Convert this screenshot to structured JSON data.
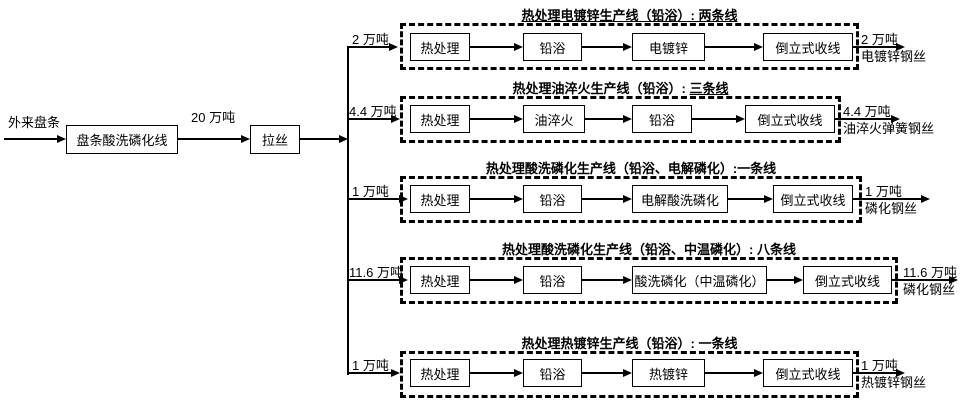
{
  "diagram": {
    "source_label": "外来盘条",
    "pickling_box": "盘条酸洗磷化线",
    "drawing_box": "拉丝",
    "main_flow_label": "20 万吨",
    "colors": {
      "line": "#000000",
      "background": "#ffffff"
    },
    "lines": [
      {
        "title_pre": "",
        "title_underlined": "热处理电镀锌生产线（铅浴）: 两条线",
        "input_label": "2 万吨",
        "steps": [
          "热处理",
          "铅浴",
          "电镀锌",
          "倒立式收线"
        ],
        "output_amount": "2 万吨",
        "output_product": "电镀锌钢丝"
      },
      {
        "title_pre": "热处理油淬火生产线（铅浴）: ",
        "title_underlined": "三条线",
        "input_label": "4.4 万吨",
        "steps": [
          "热处理",
          "油淬火",
          "铅浴",
          "倒立式收线"
        ],
        "output_amount": "4.4 万吨",
        "output_product": "油淬火弹簧钢丝"
      },
      {
        "title_pre": "热处理酸洗磷化生产线（铅浴、电解磷化）:一条线",
        "title_underlined": "",
        "input_label": "1 万吨",
        "steps": [
          "热处理",
          "铅浴",
          "电解酸洗磷化",
          "倒立式收线"
        ],
        "output_amount": "1 万吨",
        "output_product": "磷化钢丝"
      },
      {
        "title_pre": "热处理酸洗磷化生产线（铅浴、中温磷化）: 八条线",
        "title_underlined": "",
        "input_label": "11.6 万吨",
        "steps": [
          "热处理",
          "铅浴",
          "酸洗磷化（中温磷化）",
          "倒立式收线"
        ],
        "output_amount": "11.6 万吨",
        "output_product": "磷化钢丝"
      },
      {
        "title_pre": "热处理热镀锌生产线（铅浴）: 一条线",
        "title_underlined": "",
        "input_label": "1 万吨",
        "steps": [
          "热处理",
          "铅浴",
          "热镀锌",
          "倒立式收线"
        ],
        "output_amount": "1 万吨",
        "output_product": "热镀锌钢丝"
      }
    ]
  }
}
